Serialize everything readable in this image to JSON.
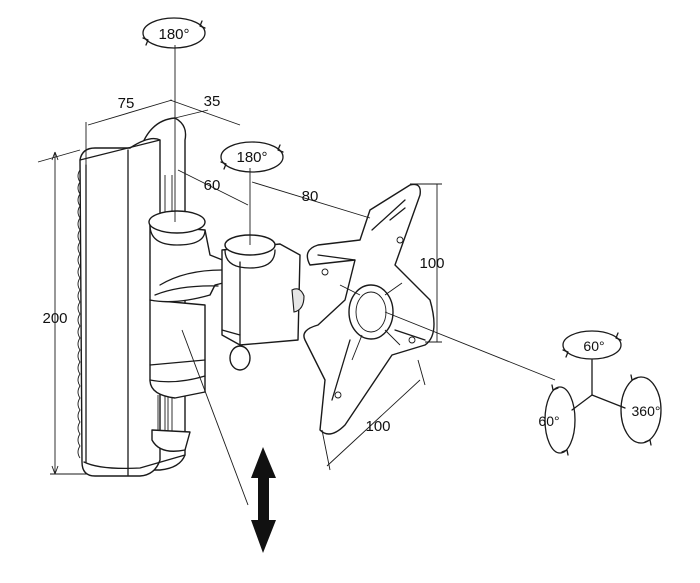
{
  "dimensions": {
    "width_top": "75",
    "depth_top": "35",
    "height": "200",
    "arm_short": "60",
    "arm_long": "80",
    "plate_height": "100",
    "plate_width": "100"
  },
  "rotations": {
    "top_pivot": "180°",
    "elbow_pivot": "180°",
    "tilt_up": "60°",
    "tilt_side": "60°",
    "spin": "360°"
  },
  "colors": {
    "line": "#1a1a1a",
    "background": "#ffffff"
  },
  "icons": {
    "vertical_adjust": "double-arrow-vertical-icon"
  }
}
